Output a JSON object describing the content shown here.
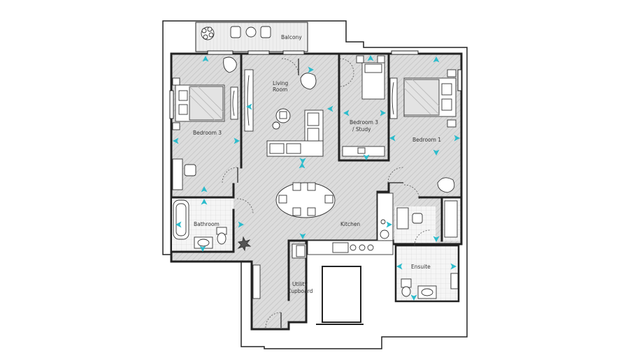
{
  "rooms": {
    "balcony": "Balcony",
    "living_room_line1": "Living",
    "living_room_line2": "Room",
    "bedroom_left": "Bedroom 3",
    "bedroom3_study_line1": "Bedroom 3",
    "bedroom3_study_line2": "/ Study",
    "bedroom1": "Bedroom 1",
    "bathroom": "Bathroom",
    "kitchen": "Kitchen",
    "utility_line1": "Utility",
    "utility_line2": "Cupboard",
    "ensuite": "Ensuite"
  },
  "colors": {
    "wall": "#222222",
    "floor": "#dcdcdc",
    "tile": "#f4f4f4",
    "arrow": "#2bbccc"
  }
}
